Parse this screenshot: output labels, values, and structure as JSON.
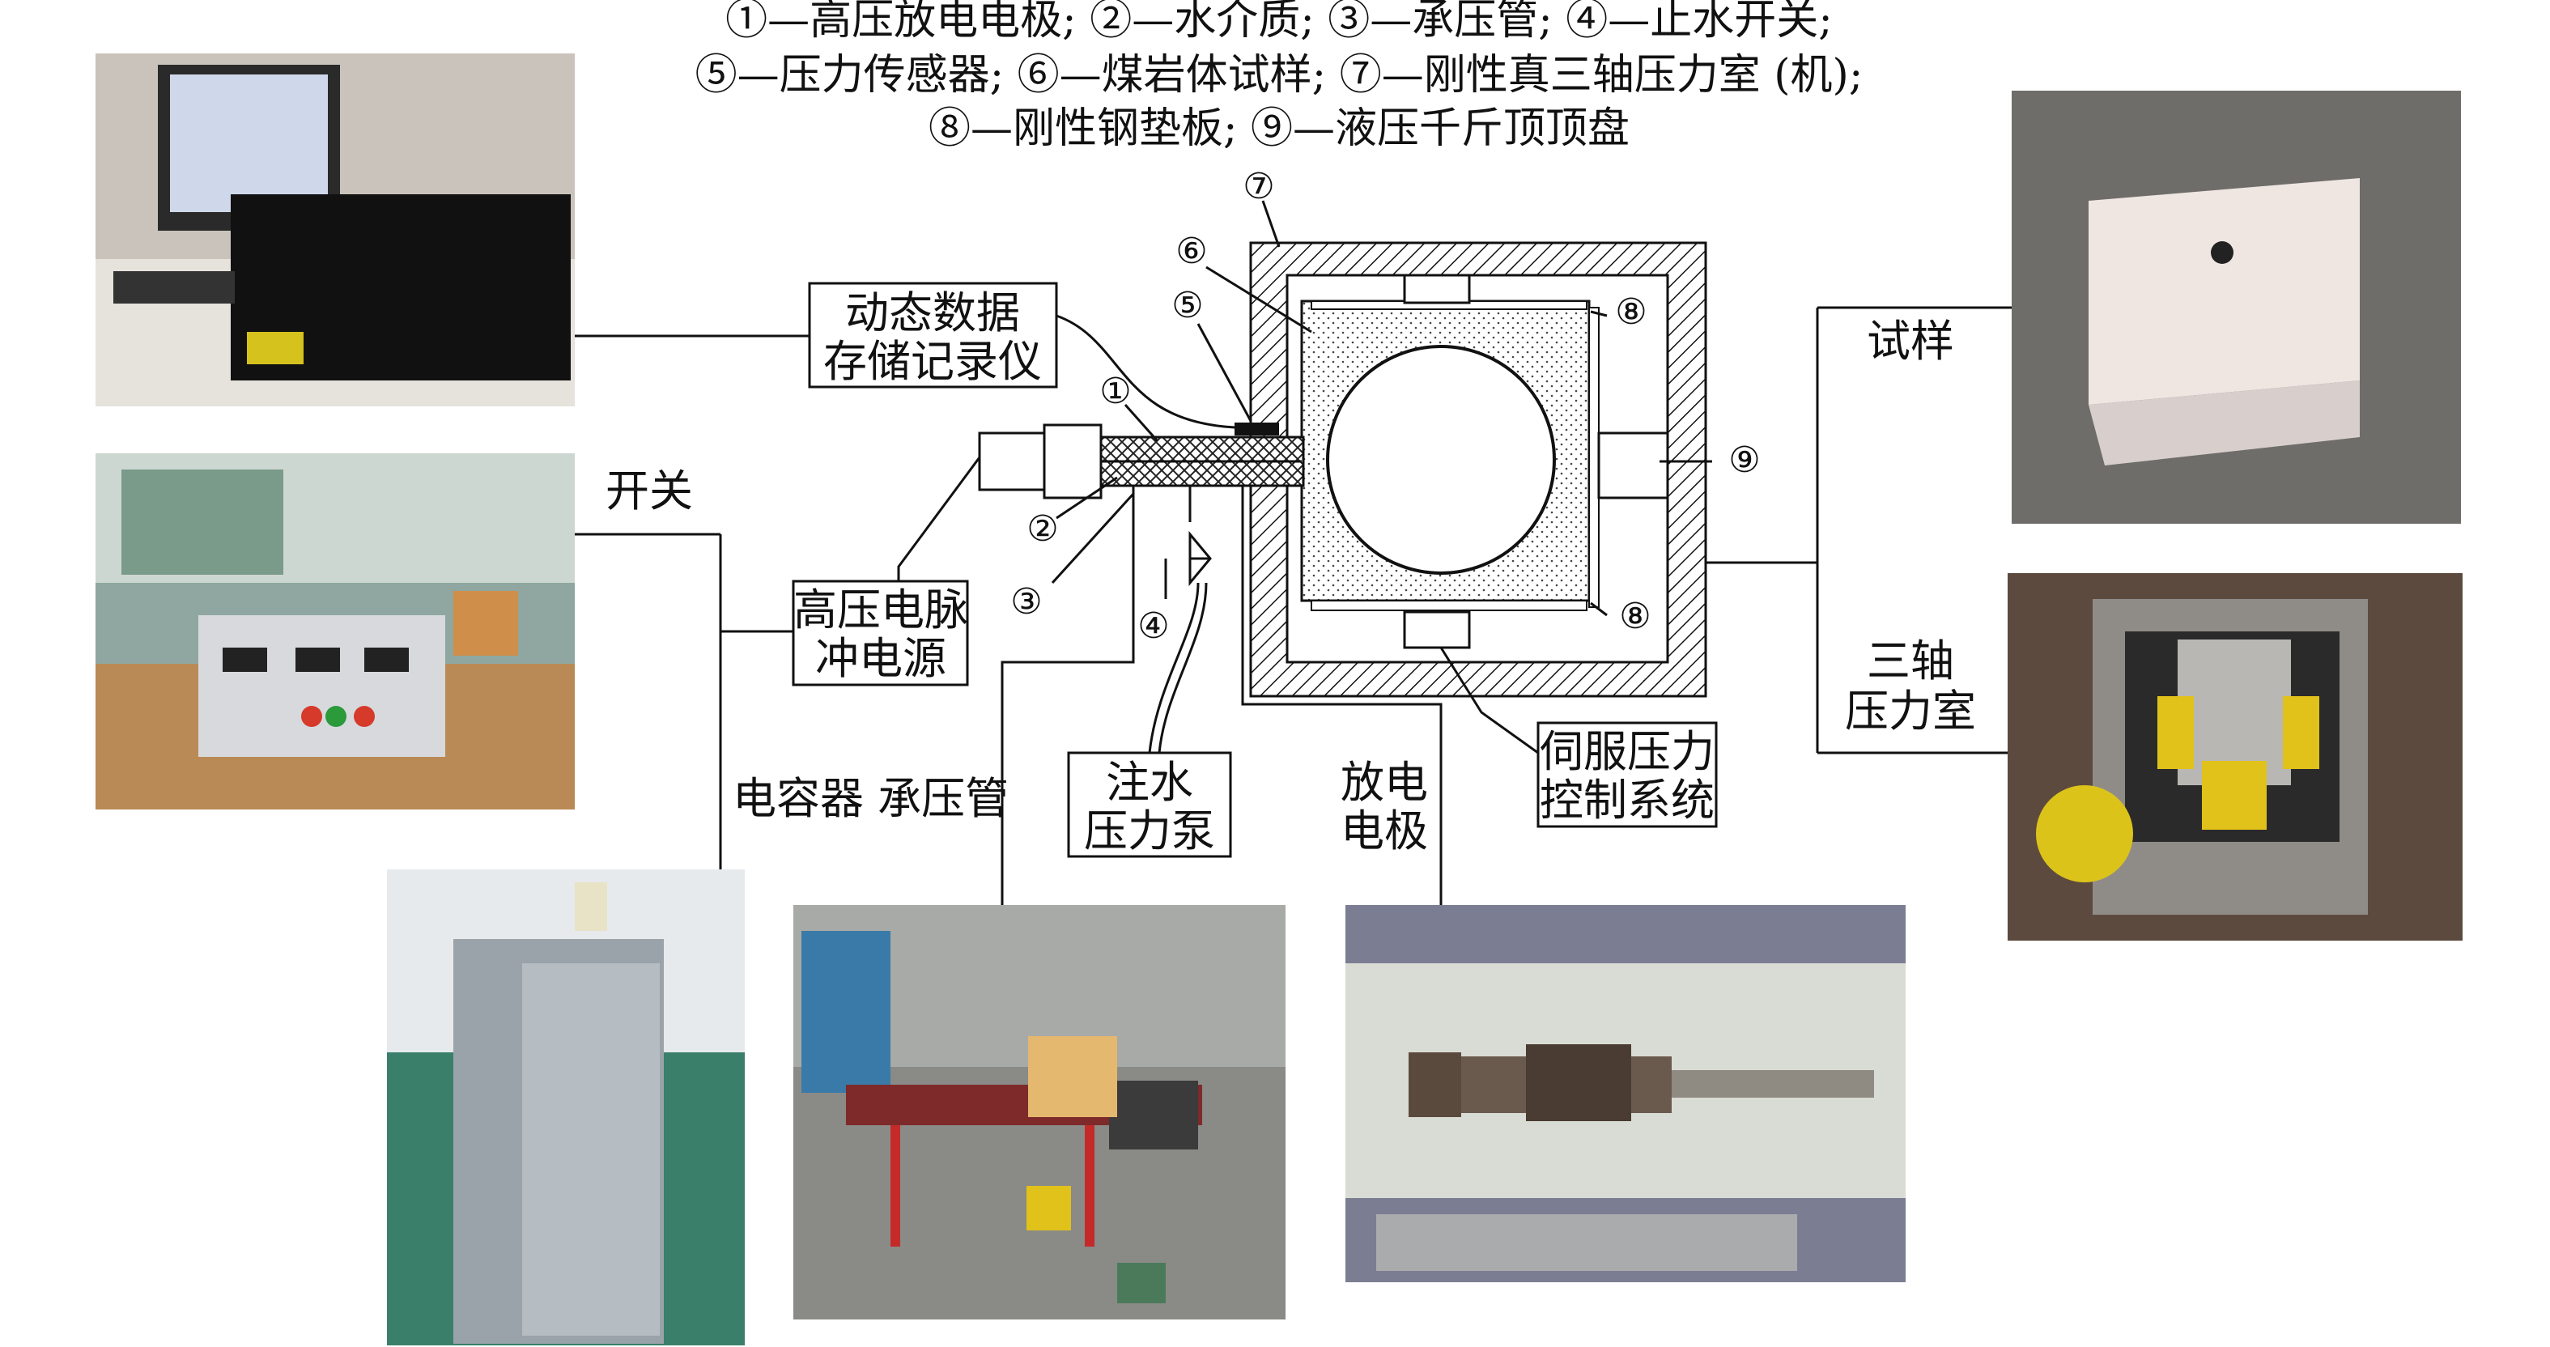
{
  "legend": {
    "line1": "①—高压放电电极; ②—水介质; ③—承压管; ④—止水开关;",
    "line2": "⑤—压力传感器; ⑥—煤岩体试样; ⑦—刚性真三轴压力室 (机);",
    "line3": "⑧—刚性钢垫板; ⑨—液压千斤顶顶盘"
  },
  "boxes": {
    "recorder": {
      "line1": "动态数据",
      "line2": "存储记录仪"
    },
    "pulse_power": {
      "line1": "高压电脉",
      "line2": "冲电源"
    },
    "water_pump": {
      "line1": "注水",
      "line2": "压力泵"
    },
    "servo": {
      "line1": "伺服压力",
      "line2": "控制系统"
    }
  },
  "labels": {
    "switch": "开关",
    "capacitor_pipe": "电容器 承压管",
    "electrode_l1": "放电",
    "electrode_l2": "电极",
    "specimen": "试样",
    "chamber_l1": "三轴",
    "chamber_l2": "压力室"
  },
  "markers": {
    "m1": "①",
    "m2": "②",
    "m3": "③",
    "m4": "④",
    "m5": "⑤",
    "m6": "⑥",
    "m7": "⑦",
    "m8a": "⑧",
    "m8b": "⑧",
    "m9": "⑨"
  },
  "photos": {
    "computer": "computer-recorder-photo",
    "power_supply": "pulse-power-supply-photo",
    "capacitor": "capacitor-cabinet-photo",
    "pipe": "pressure-pipe-rig-photo",
    "electrode": "discharge-electrode-photo",
    "specimen": "specimen-block-photo",
    "chamber": "triaxial-chamber-photo"
  }
}
